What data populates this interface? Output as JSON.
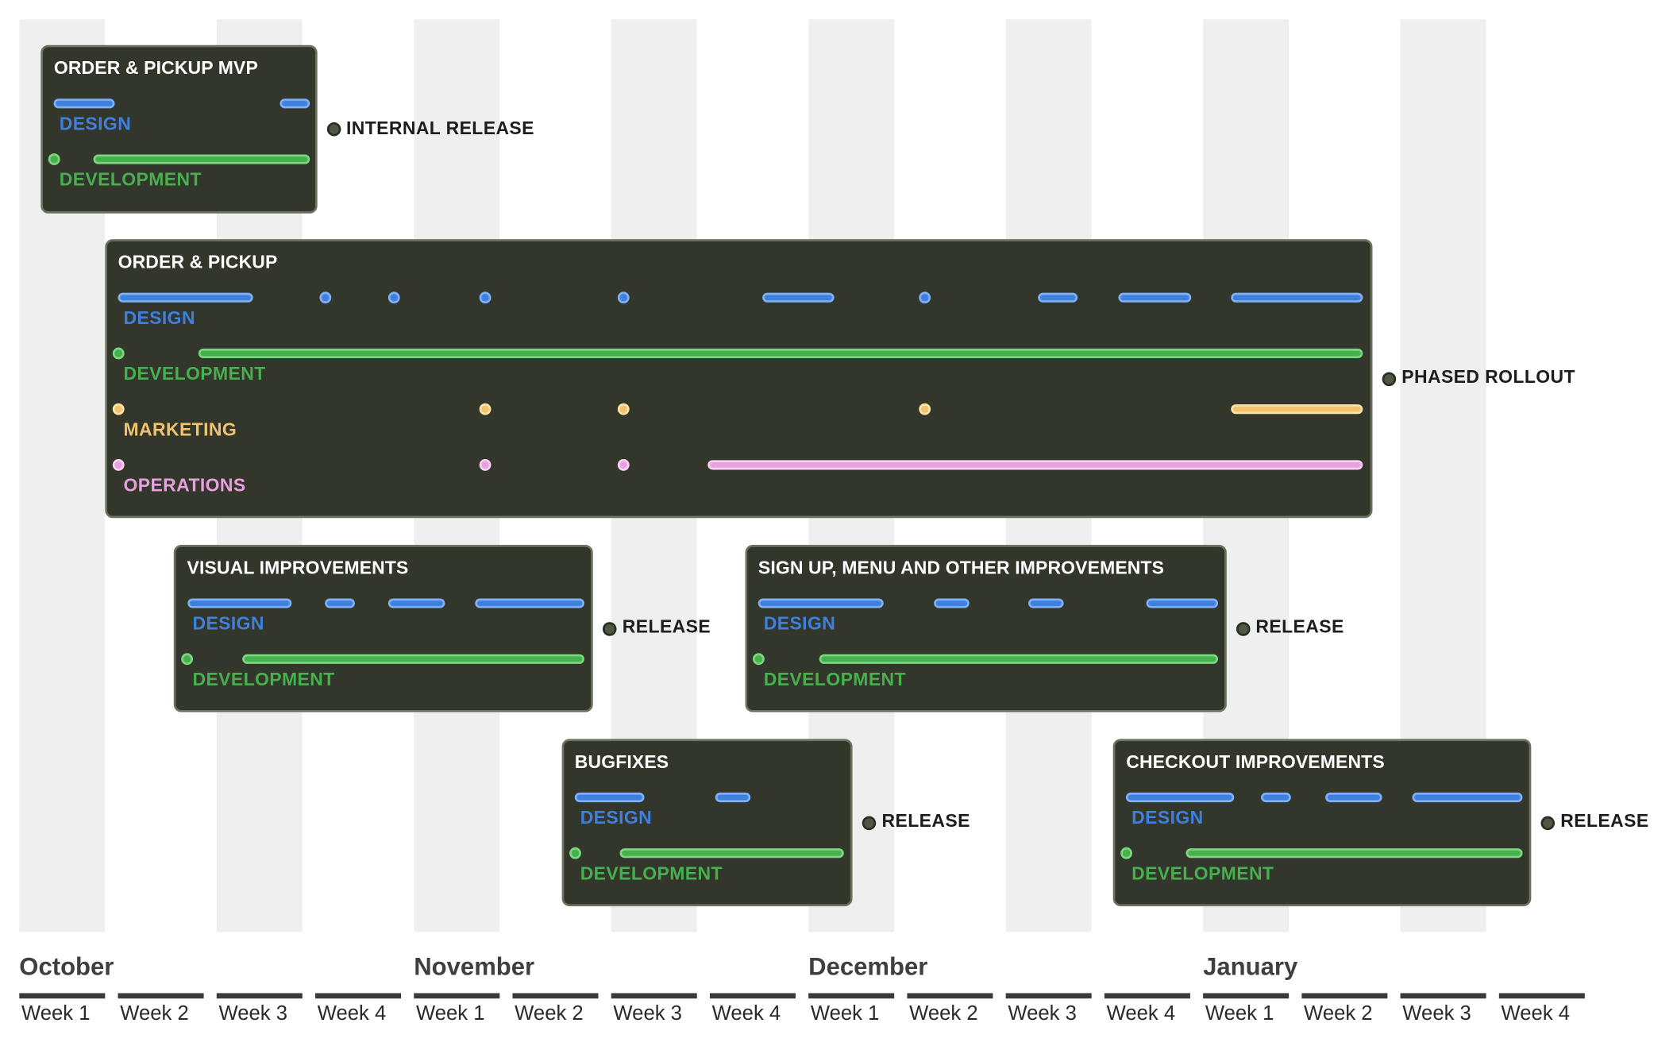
{
  "colors": {
    "design": "#3f80df",
    "design_light": "#7fb0f5",
    "development": "#46b04e",
    "development_light": "#7bd67f",
    "marketing": "#f0c46e",
    "marketing_light": "#fbe3a6",
    "operations": "#ea9fe0",
    "operations_light": "#f9d3f3"
  },
  "timeline": {
    "months": [
      "October",
      "November",
      "December",
      "January"
    ],
    "week_labels": [
      "Week 1",
      "Week 2",
      "Week 3",
      "Week 4"
    ]
  },
  "projects": [
    {
      "title": "ORDER & PICKUP MVP",
      "start_week": 0.22,
      "end_week": 3.02,
      "milestone": "INTERNAL RELEASE",
      "tracks": [
        {
          "label": "DESIGN",
          "color": "design",
          "segments": [
            [
              0.33,
              0.95
            ],
            [
              2.62,
              2.92
            ]
          ]
        },
        {
          "label": "DEVELOPMENT",
          "color": "development",
          "segments": [
            [
              0.33,
              0.33
            ],
            [
              0.73,
              2.92
            ]
          ]
        }
      ]
    },
    {
      "title": "ORDER & PICKUP",
      "start_week": 0.87,
      "end_week": 13.72,
      "milestone": "PHASED ROLLOUT",
      "tracks": [
        {
          "label": "DESIGN",
          "color": "design",
          "segments": [
            [
              0.98,
              2.35
            ],
            [
              3.08,
              3.08
            ],
            [
              3.78,
              3.78
            ],
            [
              4.7,
              4.7
            ],
            [
              6.1,
              6.1
            ],
            [
              7.51,
              8.24
            ],
            [
              9.16,
              9.16
            ],
            [
              10.3,
              10.71
            ],
            [
              11.12,
              11.86
            ],
            [
              12.26,
              13.6
            ]
          ]
        },
        {
          "label": "DEVELOPMENT",
          "color": "development",
          "segments": [
            [
              0.98,
              0.98
            ],
            [
              1.79,
              13.6
            ]
          ]
        },
        {
          "label": "MARKETING",
          "color": "marketing",
          "segments": [
            [
              0.98,
              0.98
            ],
            [
              4.7,
              4.7
            ],
            [
              6.1,
              6.1
            ],
            [
              9.16,
              9.16
            ],
            [
              12.26,
              13.6
            ]
          ]
        },
        {
          "label": "OPERATIONS",
          "color": "operations",
          "segments": [
            [
              0.98,
              0.98
            ],
            [
              4.7,
              4.7
            ],
            [
              6.1,
              6.1
            ],
            [
              6.96,
              13.6
            ]
          ]
        }
      ]
    },
    {
      "title": "VISUAL IMPROVEMENTS",
      "start_week": 1.57,
      "end_week": 5.82,
      "milestone": "RELEASE",
      "tracks": [
        {
          "label": "DESIGN",
          "color": "design",
          "segments": [
            [
              1.68,
              2.74
            ],
            [
              3.08,
              3.38
            ],
            [
              3.72,
              4.29
            ],
            [
              4.6,
              5.71
            ]
          ]
        },
        {
          "label": "DEVELOPMENT",
          "color": "development",
          "segments": [
            [
              1.68,
              1.68
            ],
            [
              2.24,
              5.71
            ]
          ]
        }
      ]
    },
    {
      "title": "SIGN UP, MENU AND OTHER IMPROVEMENTS",
      "start_week": 7.36,
      "end_week": 12.24,
      "milestone": "RELEASE",
      "tracks": [
        {
          "label": "DESIGN",
          "color": "design",
          "segments": [
            [
              7.47,
              8.74
            ],
            [
              9.25,
              9.61
            ],
            [
              10.21,
              10.57
            ],
            [
              11.4,
              12.13
            ]
          ]
        },
        {
          "label": "DEVELOPMENT",
          "color": "development",
          "segments": [
            [
              7.47,
              7.47
            ],
            [
              8.09,
              12.13
            ]
          ]
        }
      ]
    },
    {
      "title": "BUGFIXES",
      "start_week": 5.5,
      "end_week": 8.45,
      "milestone": "RELEASE",
      "tracks": [
        {
          "label": "DESIGN",
          "color": "design",
          "segments": [
            [
              5.61,
              6.31
            ],
            [
              7.03,
              7.39
            ]
          ]
        },
        {
          "label": "DEVELOPMENT",
          "color": "development",
          "segments": [
            [
              5.61,
              5.61
            ],
            [
              6.06,
              8.34
            ]
          ]
        }
      ]
    },
    {
      "title": "CHECKOUT IMPROVEMENTS",
      "start_week": 11.09,
      "end_week": 15.33,
      "milestone": "RELEASE",
      "tracks": [
        {
          "label": "DESIGN",
          "color": "design",
          "segments": [
            [
              11.2,
              12.29
            ],
            [
              12.56,
              12.87
            ],
            [
              13.22,
              13.79
            ],
            [
              14.1,
              15.22
            ]
          ]
        },
        {
          "label": "DEVELOPMENT",
          "color": "development",
          "segments": [
            [
              11.2,
              11.2
            ],
            [
              11.8,
              15.22
            ]
          ]
        }
      ]
    }
  ]
}
